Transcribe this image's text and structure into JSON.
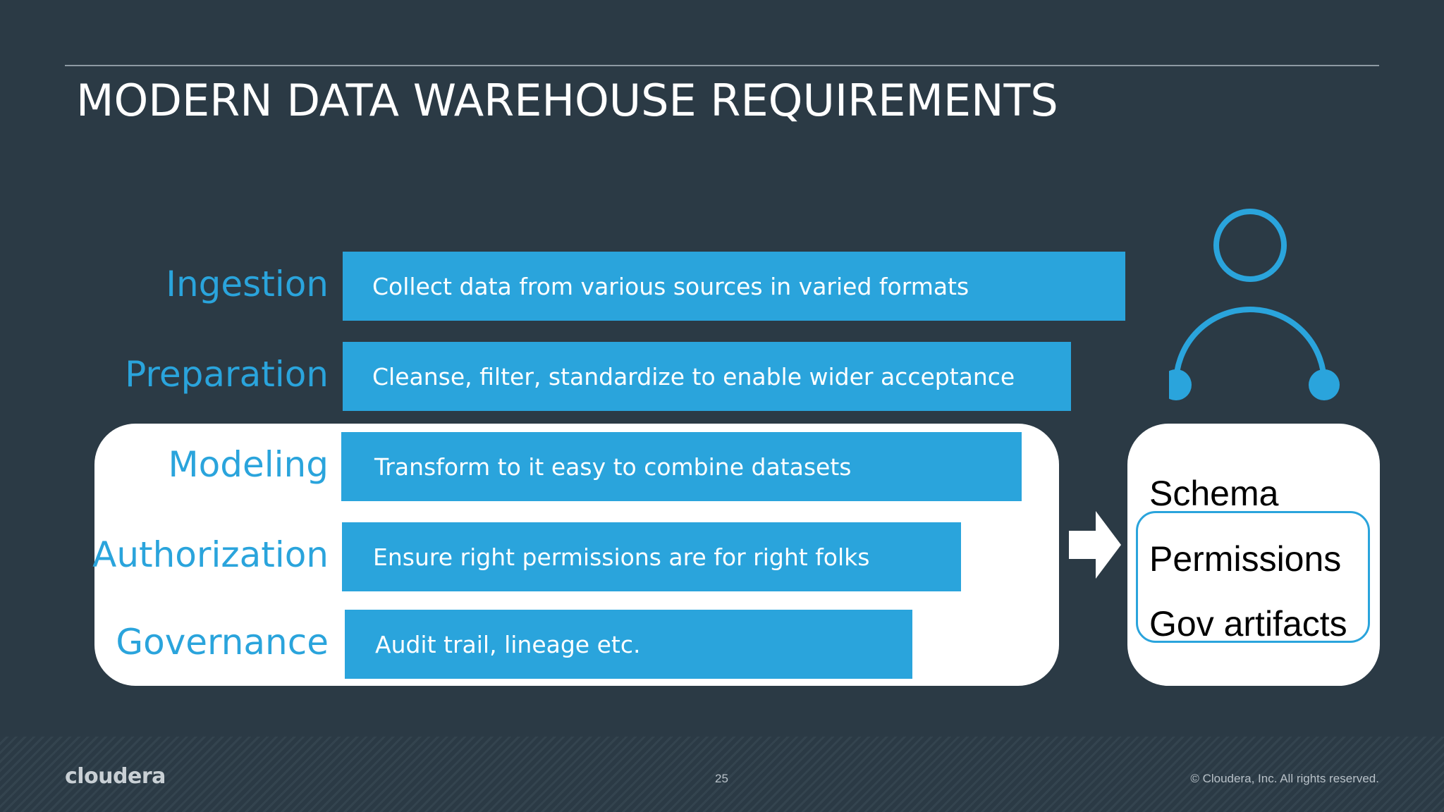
{
  "slide": {
    "title": "MODERN DATA WAREHOUSE REQUIREMENTS",
    "page_number": "25",
    "copyright": "© Cloudera, Inc. All rights reserved.",
    "logo_text": "cloudera"
  },
  "stages": [
    {
      "label": "Ingestion",
      "description": "Collect data from various sources in varied formats"
    },
    {
      "label": "Preparation",
      "description": "Cleanse, filter, standardize to enable wider acceptance"
    },
    {
      "label": "Modeling",
      "description": "Transform to it easy to combine datasets"
    },
    {
      "label": "Authorization",
      "description": "Ensure right permissions are for right folks"
    },
    {
      "label": "Governance",
      "description": "Audit trail, lineage etc."
    }
  ],
  "outputs": [
    "Schema",
    "Permissions",
    "Gov artifacts"
  ],
  "colors": {
    "background": "#2b3a45",
    "accent": "#2aa4dc",
    "panel": "#ffffff"
  },
  "icons": [
    "user-icon",
    "right-arrow-icon"
  ]
}
